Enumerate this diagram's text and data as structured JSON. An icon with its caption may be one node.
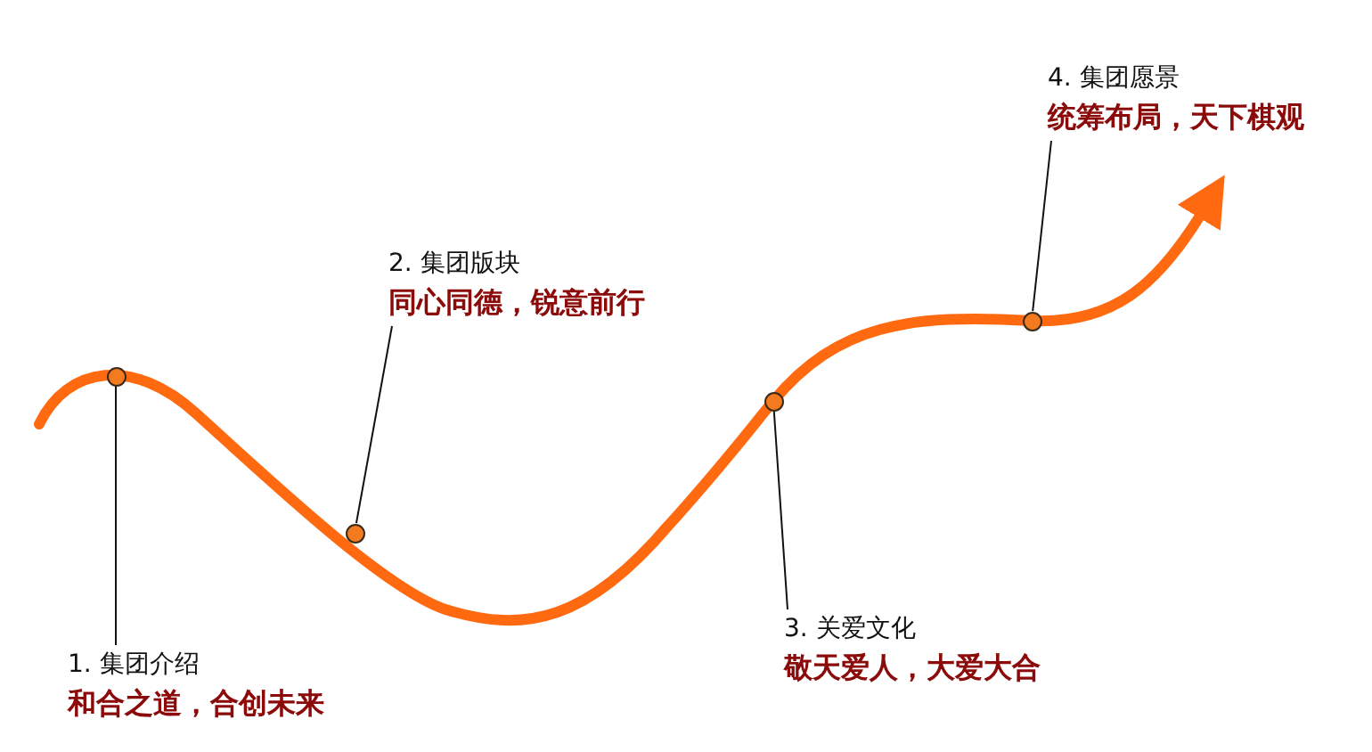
{
  "diagram": {
    "nodes": [
      {
        "text": [
          "1. 集团介绍",
          "和合之道，合创未来"
        ]
      },
      {
        "text": [
          "2. 集团版块",
          "同心同德，锐意前行"
        ]
      },
      {
        "text": [
          "3. 关爱文化",
          "敬天爱人，大爱大合"
        ]
      },
      {
        "text": [
          "4. 集团愿景",
          "统筹布局，天下棋观"
        ]
      },
      {
        "text": [],
        "shape": "circle"
      },
      {
        "text": [],
        "shape": "circle"
      },
      {
        "text": [],
        "shape": "circle"
      },
      {
        "text": [],
        "shape": "circle"
      }
    ],
    "edges": [
      {
        "from": 0,
        "to": 4,
        "arrow": "none"
      },
      {
        "from": 1,
        "to": 5,
        "arrow": "none"
      },
      {
        "from": 2,
        "to": 6,
        "arrow": "none"
      },
      {
        "from": 3,
        "to": 7,
        "arrow": "none"
      }
    ]
  }
}
